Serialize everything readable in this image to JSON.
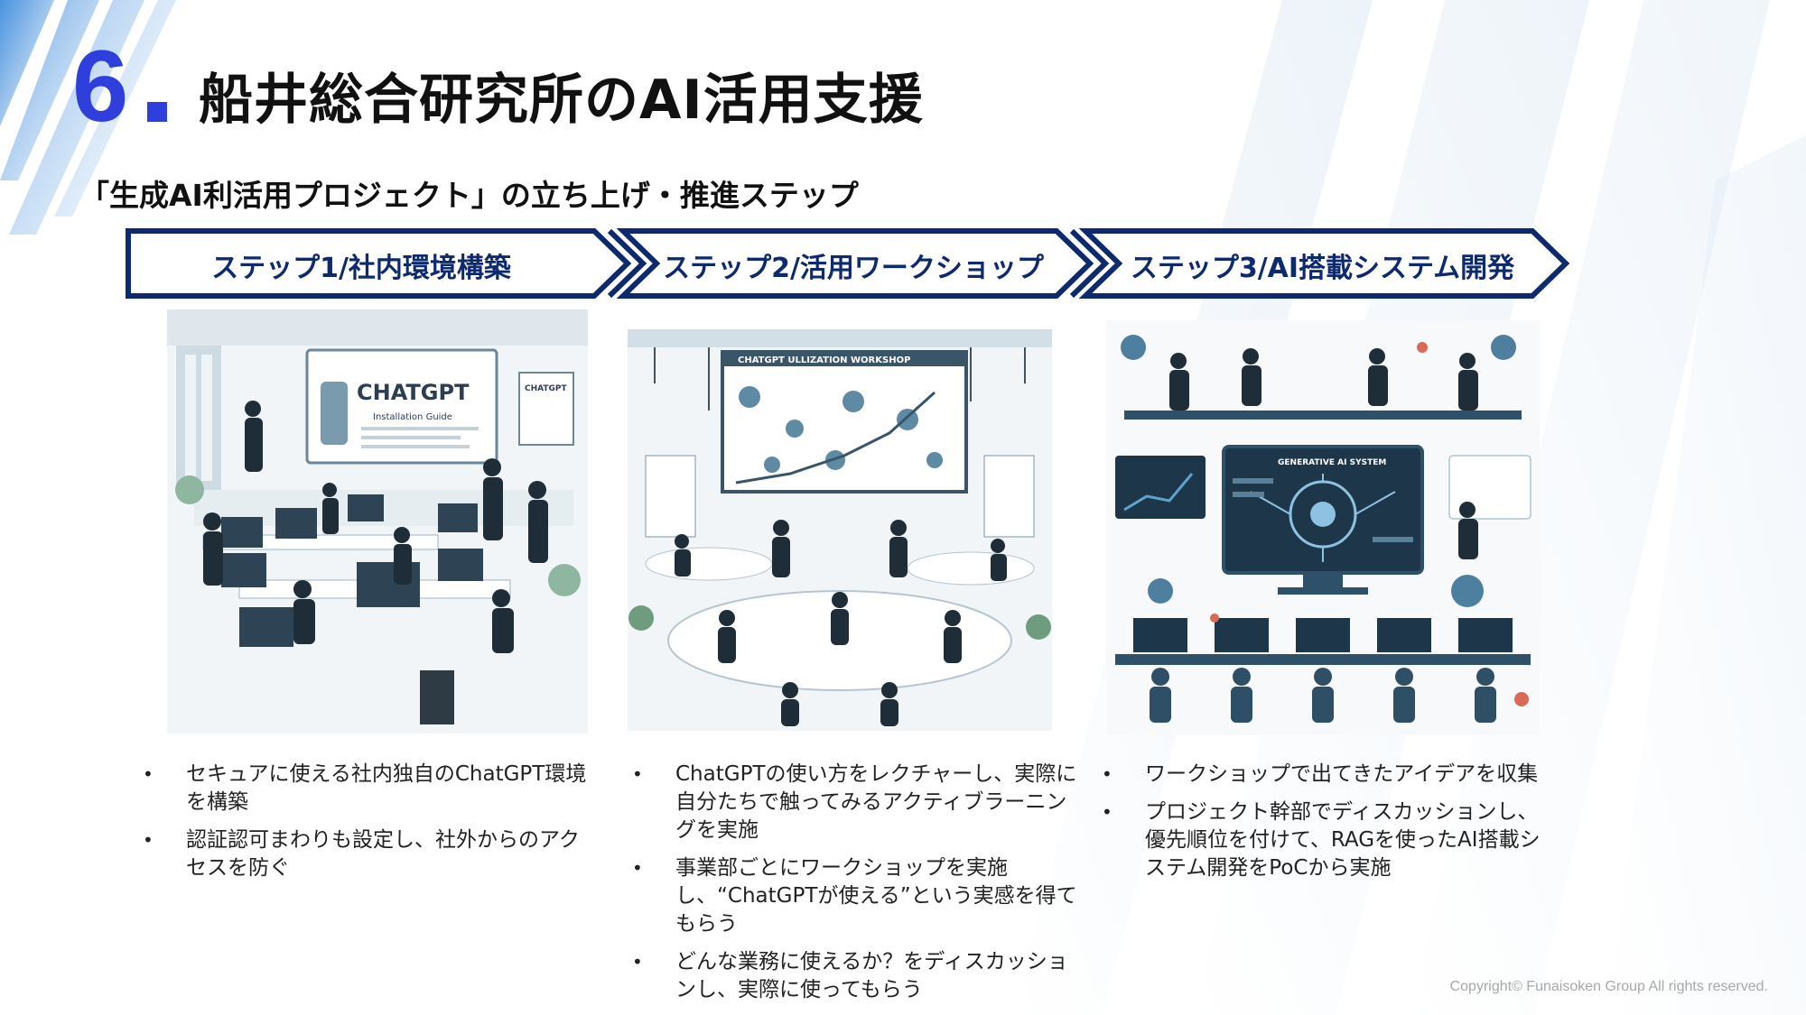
{
  "header": {
    "section_number": "6",
    "title": "船井総合研究所のAI活用支援"
  },
  "subtitle": "「生成AI利活用プロジェクト」の立ち上げ・推進ステップ",
  "steps": [
    {
      "label": "ステップ1/社内環境構築",
      "image_alt": {
        "board_title": "CHATGPT",
        "board_subtitle": "Installation Guide",
        "side_board": "CHATGPT"
      },
      "bullets": [
        "セキュアに使える社内独自のChatGPT環境を構築",
        "認証認可まわりも設定し、社外からのアクセスを防ぐ"
      ]
    },
    {
      "label": "ステップ2/活用ワークショップ",
      "image_alt": {
        "board_title": "CHATGPT ULLIZATION WORKSHOP"
      },
      "bullets": [
        "ChatGPTの使い方をレクチャーし、実際に自分たちで触ってみるアクティブラーニングを実施",
        "事業部ごとにワークショップを実施し、“ChatGPTが使える”という実感を得てもらう",
        "どんな業務に使えるか？をディスカッションし、実際に使ってもらう"
      ]
    },
    {
      "label": "ステップ3/AI搭載システム開発",
      "image_alt": {
        "screen_title": "GENERATIVE AI SYSTEM"
      },
      "bullets": [
        "ワークショップで出てきたアイデアを収集",
        "プロジェクト幹部でディスカッションし、優先順位を付けて、RAGを使ったAI搭載システム開発をPoCから実施"
      ]
    }
  ],
  "footer": {
    "copyright": "Copyright© Funaisoken Group All rights reserved."
  },
  "colors": {
    "accent": "#2e3fdb",
    "arrow_border": "#0e2a6e"
  }
}
